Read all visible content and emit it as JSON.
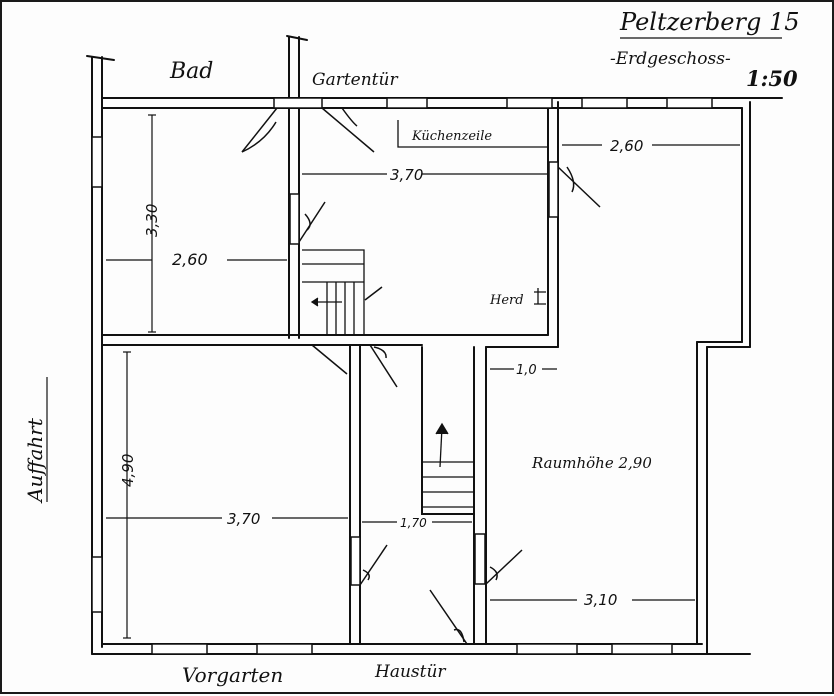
{
  "title": {
    "name": "Peltzerberg 15",
    "floor": "-Erdgeschoss-",
    "scale": "1:50"
  },
  "labels": {
    "bad": "Bad",
    "gartentuer": "Gartentür",
    "kuechenzeile": "Küchenzeile",
    "herd": "Herd",
    "raumhoehe": "Raumhöhe 2,90",
    "auffahrt": "Auffahrt",
    "vorgarten": "Vorgarten",
    "haustuer": "Haustür"
  },
  "dimensions": {
    "bad_height": "3,30",
    "bad_width": "2,60",
    "kitchen_width": "3,70",
    "right_room_width": "2,60",
    "corridor_offset": "1,0",
    "living_height": "4,90",
    "living_width": "3,70",
    "hall_width": "1,70",
    "right_lower_width": "3,10"
  },
  "colors": {
    "ink": "#111111",
    "paper": "#fdfdfd",
    "wall_fill": "#ffffff"
  }
}
